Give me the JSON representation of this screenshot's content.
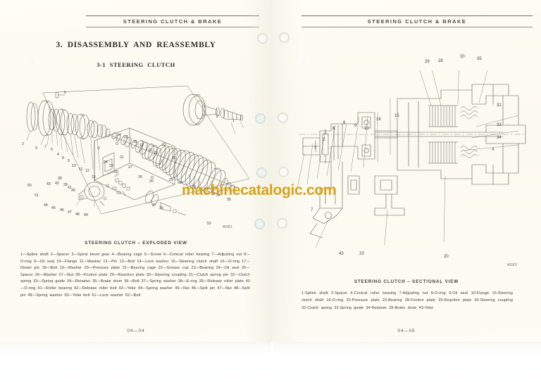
{
  "document": {
    "type": "scanned-service-manual-spread",
    "watermark": "machinecatalogic.com",
    "watermark_color": "#d9a21a",
    "paper_color": "#fdfcf4"
  },
  "left_page": {
    "header": "STEERING CLUTCH & BRAKE",
    "section_title": "3. DISASSEMBLY  AND  REASSEMBLY",
    "subsection_title": "3-1   STEERING CLUTCH",
    "figure_code": "A081",
    "figure_caption": "STEERING CLUTCH – EXPLODED VIEW",
    "page_number": "04—04",
    "callouts": [
      "1",
      "2",
      "3",
      "4",
      "5",
      "6",
      "7",
      "8",
      "9",
      "10",
      "11",
      "12",
      "13",
      "14",
      "15",
      "16",
      "17",
      "18",
      "19",
      "20",
      "21",
      "22",
      "23",
      "24",
      "25",
      "26",
      "27",
      "28",
      "29",
      "30",
      "31",
      "32",
      "33",
      "34",
      "35",
      "36",
      "37",
      "38",
      "39",
      "40",
      "41",
      "42",
      "43",
      "44",
      "45",
      "46",
      "47",
      "48",
      "49",
      "50",
      "51",
      "52"
    ],
    "parts_legend": "1—Spline shaft  2—Spacer  3—Spiral bevel gear  4—Bearing cage  5—Screw  6—Conical roller bearing  7—Adjusting nut  8—O-ring  9—Oil seal  10—Flange  11—Washer  12—Pin  13—Bolt  14—Lock washer  15—Steering clutch shaft  16—O-ring  17—Dowel pin  18—Bolt  19—Washer  20—Pressure plate  21—Bearing cage  22—Grease cup  23—Bearing  24—Oil seal  25—Spacer  26—Washer  27—Nut  28—Friction plate  29—Reaction plate  30—Steering coupling  31—Clutch spring pin  32—Clutch spring  33—Spring guide  34—Retainer  35—Brake drum  36—Bolt  37—Spring washer  38—E-ring  39—Release roller plate  40—O-ring  41—Roller bearing  42—Release roller bolt  43—Yoke  44—Spring washer  45—Nut  46—Split pin  47—Nut  48—Split pin  49—Spring washer  50—Yoke bolt  51—Lock washer  52—Bolt"
  },
  "right_page": {
    "header": "STEERING CLUTCH & BRAKE",
    "figure_code": "A082",
    "figure_caption": "STEERING CLUTCH – SECTIONAL VIEW",
    "page_number": "04—05",
    "callouts": [
      "1",
      "2",
      "4",
      "6",
      "7",
      "8",
      "9",
      "10",
      "15",
      "16",
      "20",
      "23",
      "28",
      "29",
      "30",
      "32",
      "33",
      "34",
      "35",
      "43"
    ],
    "parts_legend": "1-Spline shaft  2-Spacer  6-Conical roller bearing  7-Adjusting nut  8-O-ring  9-Oil seal  10-Flange  15-Steering clutch shaft  16-O-ring  20-Pressure plate  23-Bearing  28-Friction plate  29-Reaction plate  30-Steering coupling  32-Clutch spring  33-Spring guide  34-Retainer  35-Brake drum  43-Yoke"
  }
}
